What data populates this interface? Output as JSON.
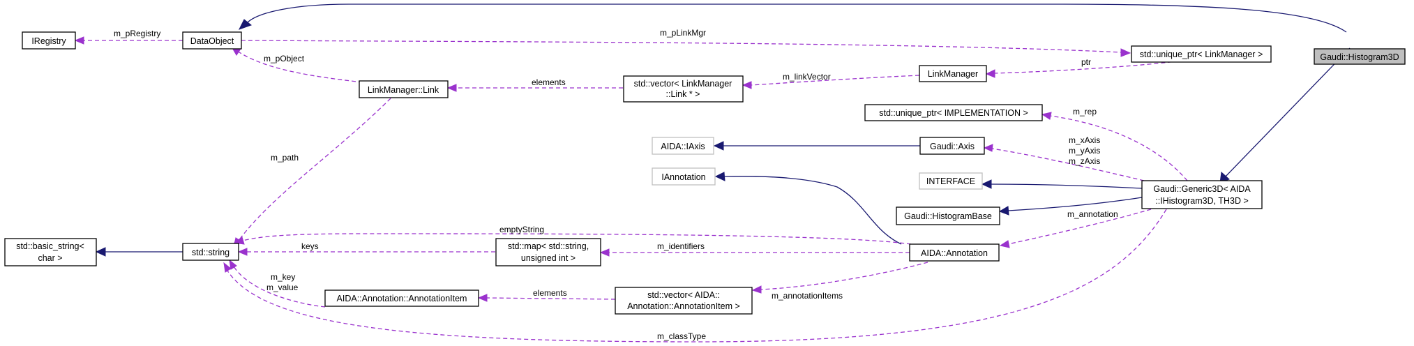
{
  "nodes": {
    "histogram3d": "Gaudi::Histogram3D",
    "dataobject": "DataObject",
    "iregistry": "IRegistry",
    "unique_ptr_linkmanager": "std::unique_ptr< LinkManager >",
    "linkmanager": "LinkManager",
    "linkmanager_link": "LinkManager::Link",
    "vector_link": [
      "std::vector< LinkManager",
      "::Link * >"
    ],
    "unique_ptr_impl": "std::unique_ptr< IMPLEMENTATION >",
    "aida_iaxis": "AIDA::IAxis",
    "gaudi_axis": "Gaudi::Axis",
    "iannotation": "IAnnotation",
    "interface": "INTERFACE",
    "generic3d": [
      "Gaudi::Generic3D< AIDA",
      "::IHistogram3D, TH3D >"
    ],
    "histogrambase": "Gaudi::HistogramBase",
    "basic_string": [
      "std::basic_string<",
      "char >"
    ],
    "std_string": "std::string",
    "std_map": [
      "std::map< std::string,",
      "unsigned int >"
    ],
    "aida_annotation": "AIDA::Annotation",
    "annotation_item": "AIDA::Annotation::AnnotationItem",
    "vector_annotation_item": [
      "std::vector< AIDA::",
      "Annotation::AnnotationItem >"
    ]
  },
  "edge_labels": {
    "m_pRegistry": "m_pRegistry",
    "m_pLinkMgr": "m_pLinkMgr",
    "ptr": "ptr",
    "m_pObject": "m_pObject",
    "elements_link": "elements",
    "m_linkVector": "m_linkVector",
    "m_path": "m_path",
    "m_rep": "m_rep",
    "m_xAxis": "m_xAxis",
    "m_yAxis": "m_yAxis",
    "m_zAxis": "m_zAxis",
    "m_annotation": "m_annotation",
    "emptyString": "emptyString",
    "keys": "keys",
    "m_identifiers": "m_identifiers",
    "m_annotationItems": "m_annotationItems",
    "m_key": "m_key",
    "m_value": "m_value",
    "elements_item": "elements",
    "m_classType": "m_classType"
  },
  "colors": {
    "inheritance": "#191970",
    "usage": "#9a32cd",
    "focus_fill": "#bfbfbf",
    "gray_border": "#bfbfbf"
  }
}
